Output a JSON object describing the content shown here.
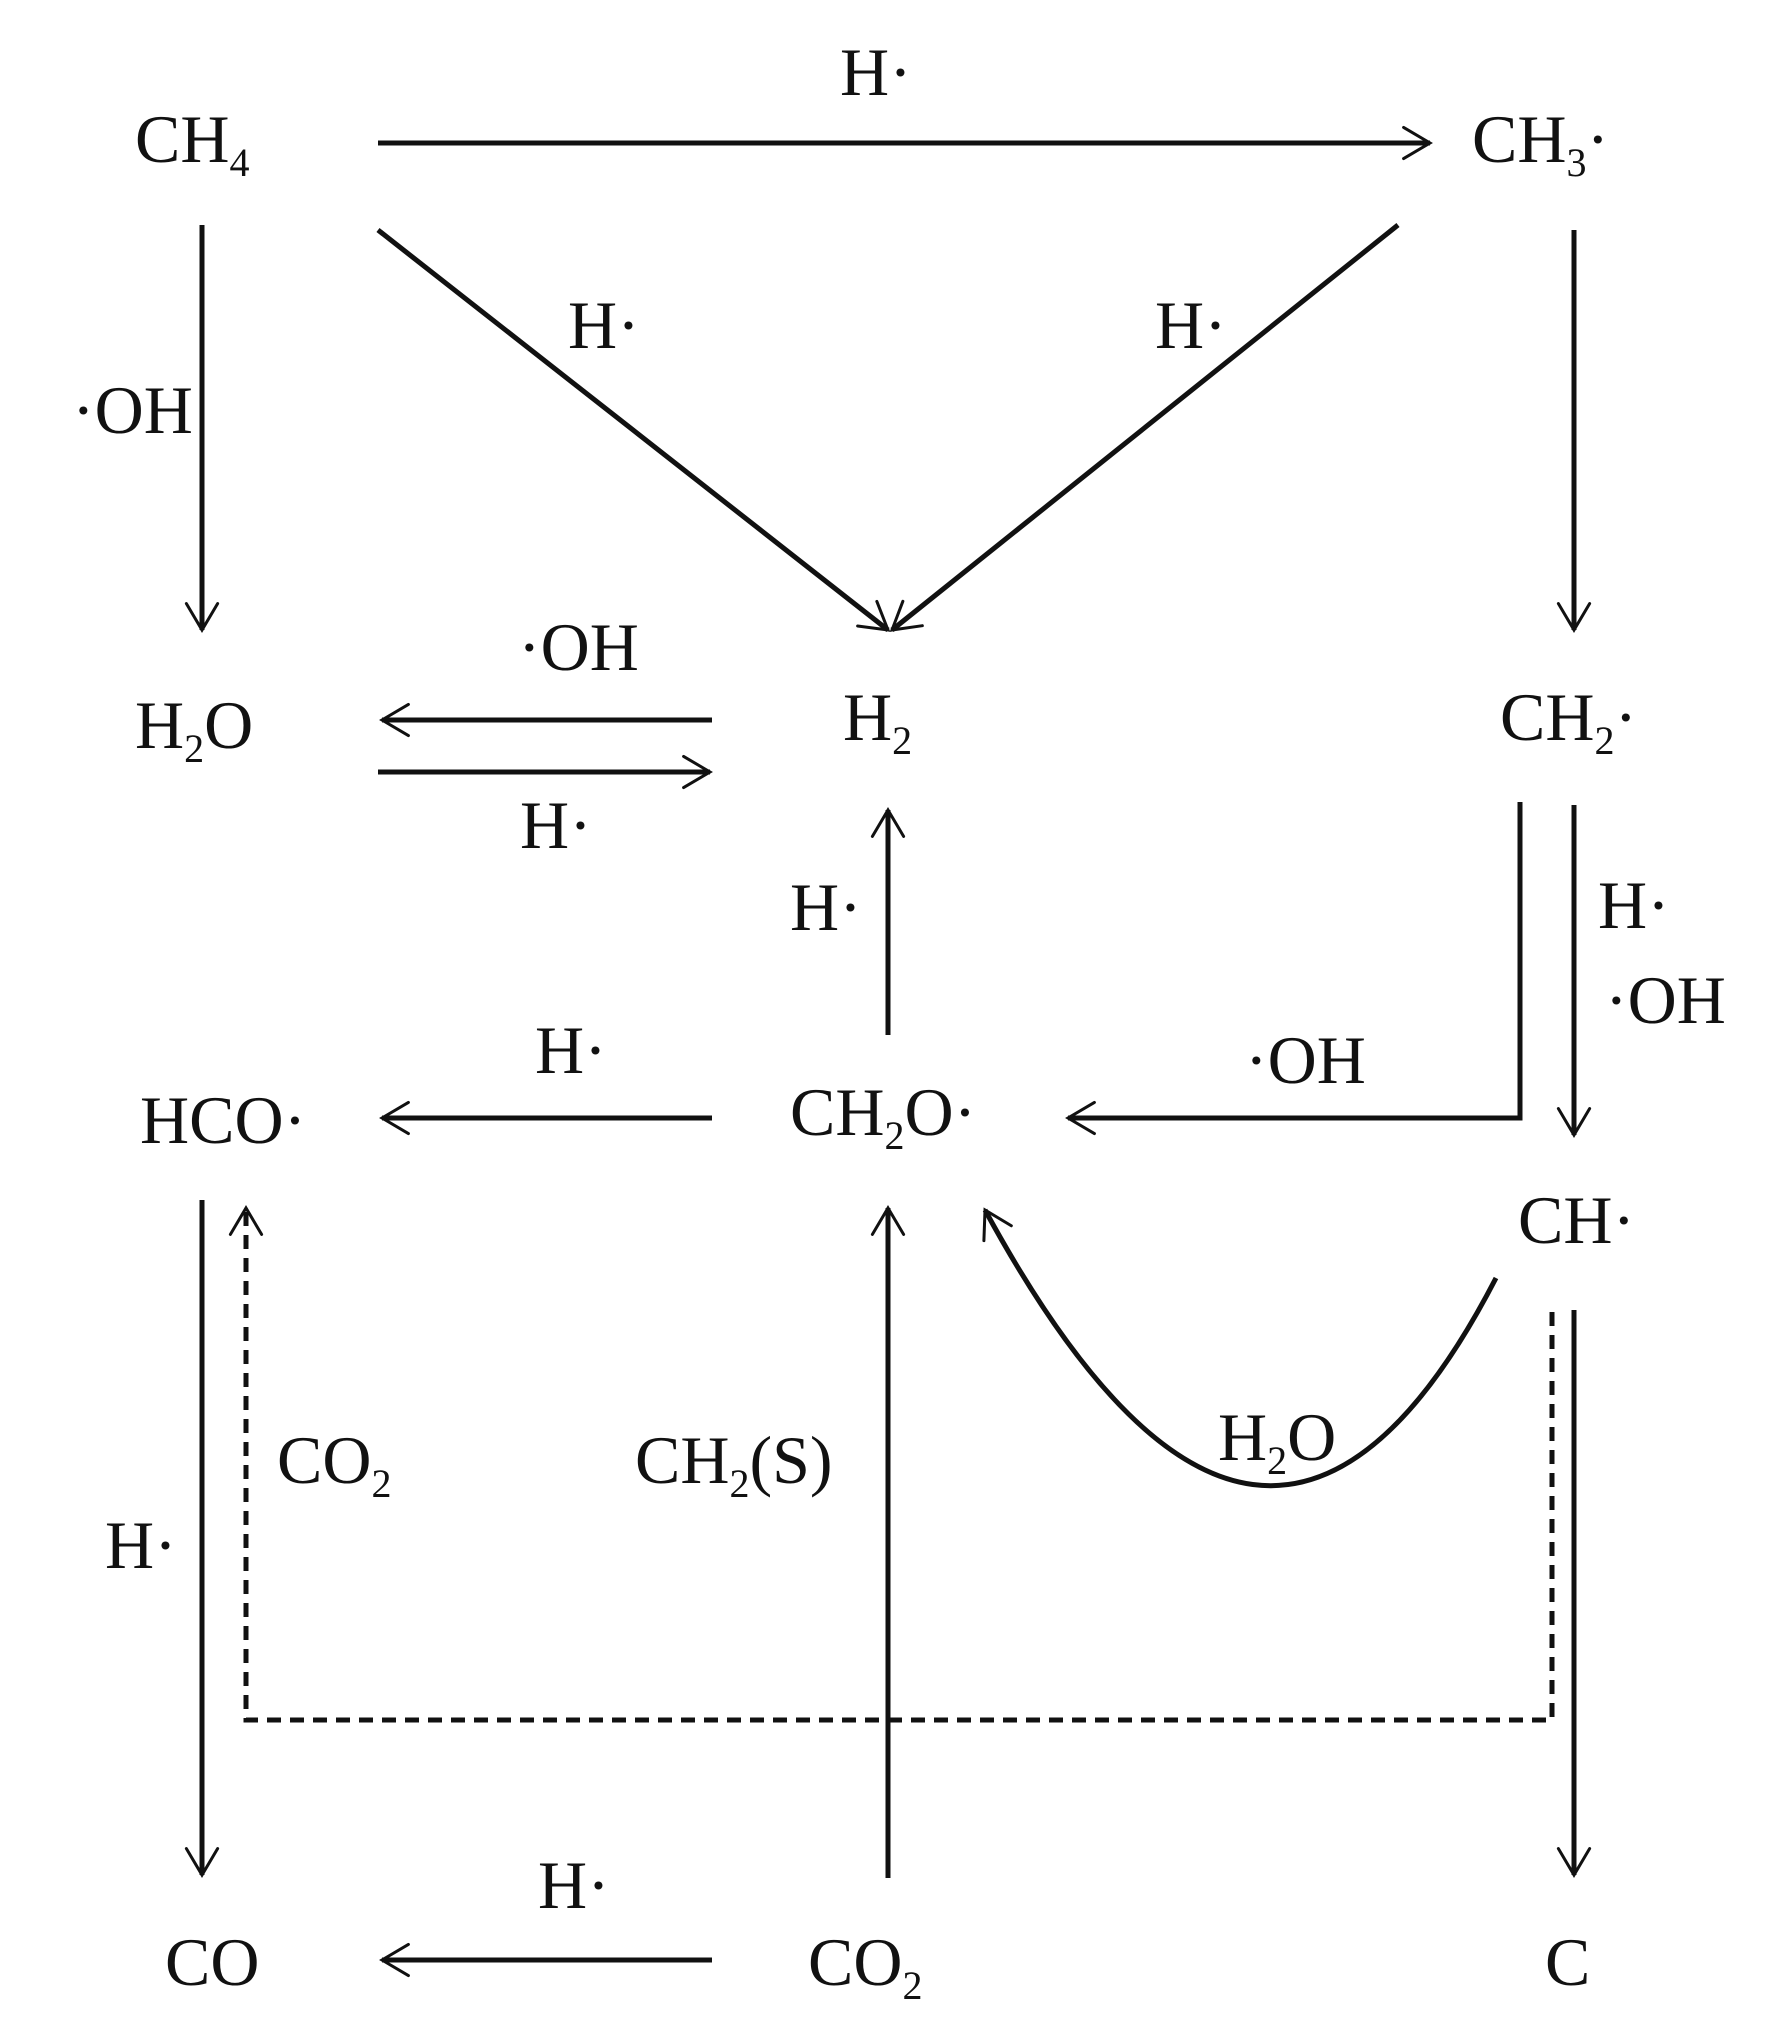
{
  "species": {
    "ch4": {
      "base": "CH",
      "sub": "4",
      "suffix": ""
    },
    "ch3": {
      "base": "CH",
      "sub": "3",
      "suffix": "·"
    },
    "h2o": {
      "base": "H",
      "sub": "2",
      "suffix": "O"
    },
    "h2": {
      "base": "H",
      "sub": "2",
      "suffix": ""
    },
    "ch2": {
      "base": "CH",
      "sub": "2",
      "suffix": "·"
    },
    "hco": {
      "base": "HCO·",
      "sub": "",
      "suffix": ""
    },
    "ch2o": {
      "base": "CH",
      "sub": "2",
      "suffix": "O·"
    },
    "ch": {
      "base": "CH·",
      "sub": "",
      "suffix": ""
    },
    "co": {
      "base": "CO",
      "sub": "",
      "suffix": ""
    },
    "co2": {
      "base": "CO",
      "sub": "2",
      "suffix": ""
    },
    "c": {
      "base": "C",
      "sub": "",
      "suffix": ""
    }
  },
  "reactants": {
    "ch4_to_ch3": "H·",
    "ch4_to_h2": "H·",
    "ch3_to_h2": "H·",
    "ch4_to_h2o": "·OH",
    "h2_to_h2o": "·OH",
    "h2o_to_h2": "H·",
    "ch2o_to_h2": "H·",
    "ch2_to_ch_a": "H·",
    "ch2_to_ch_b": "·OH",
    "ch2_to_ch2o": "·OH",
    "ch2o_to_hco": "H·",
    "hco_to_co": "H·",
    "co2_to_co": "H·",
    "ch_to_ch2o": {
      "base": "H",
      "sub": "2",
      "suffix": "O"
    },
    "ch_to_hco": {
      "base": "CO",
      "sub": "2",
      "suffix": ""
    },
    "co2_to_ch2o": {
      "base": "CH",
      "sub": "2",
      "suffix": "(S)"
    }
  }
}
